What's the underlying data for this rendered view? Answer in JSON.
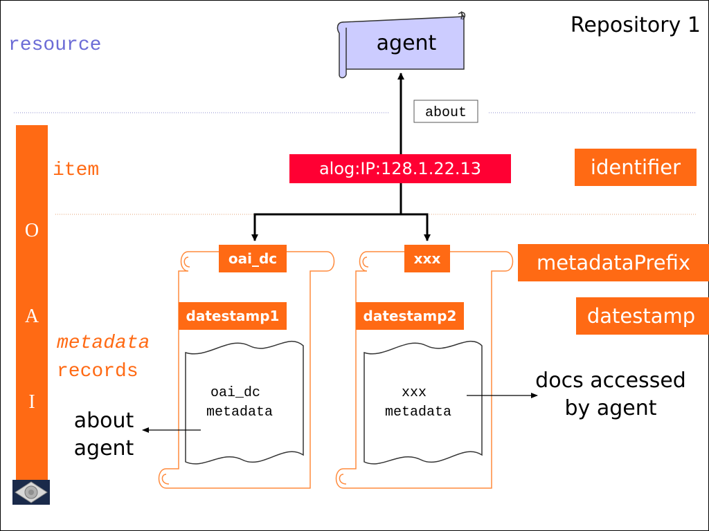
{
  "title": "Repository 1",
  "layers": {
    "resource": "resource",
    "item": "item",
    "metadata_records_line1": "metadata",
    "metadata_records_line2": "records"
  },
  "oai_bar": [
    "O",
    "A",
    "I"
  ],
  "agent_scroll": "agent",
  "about_tag": "about",
  "identifier_value": "alog:IP:128.1.22.13",
  "legend": {
    "identifier": "identifier",
    "metadataPrefix": "metadataPrefix",
    "datestamp": "datestamp"
  },
  "records": [
    {
      "prefix": "oai_dc",
      "datestamp": "datestamp1",
      "doc_line1": "oai_dc",
      "doc_line2": "metadata"
    },
    {
      "prefix": "xxx",
      "datestamp": "datestamp2",
      "doc_line1": "xxx",
      "doc_line2": "metadata"
    }
  ],
  "annotations": {
    "about_agent_line1": "about",
    "about_agent_line2": "agent",
    "docs_accessed_line1": "docs accessed",
    "docs_accessed_line2": "by agent"
  },
  "colors": {
    "orange": "#ff6a14",
    "red": "#ff0033",
    "scroll_fill": "#ccccff",
    "layer_text": "#6b6bd6"
  },
  "icons": [
    "nav-eye-icon"
  ]
}
